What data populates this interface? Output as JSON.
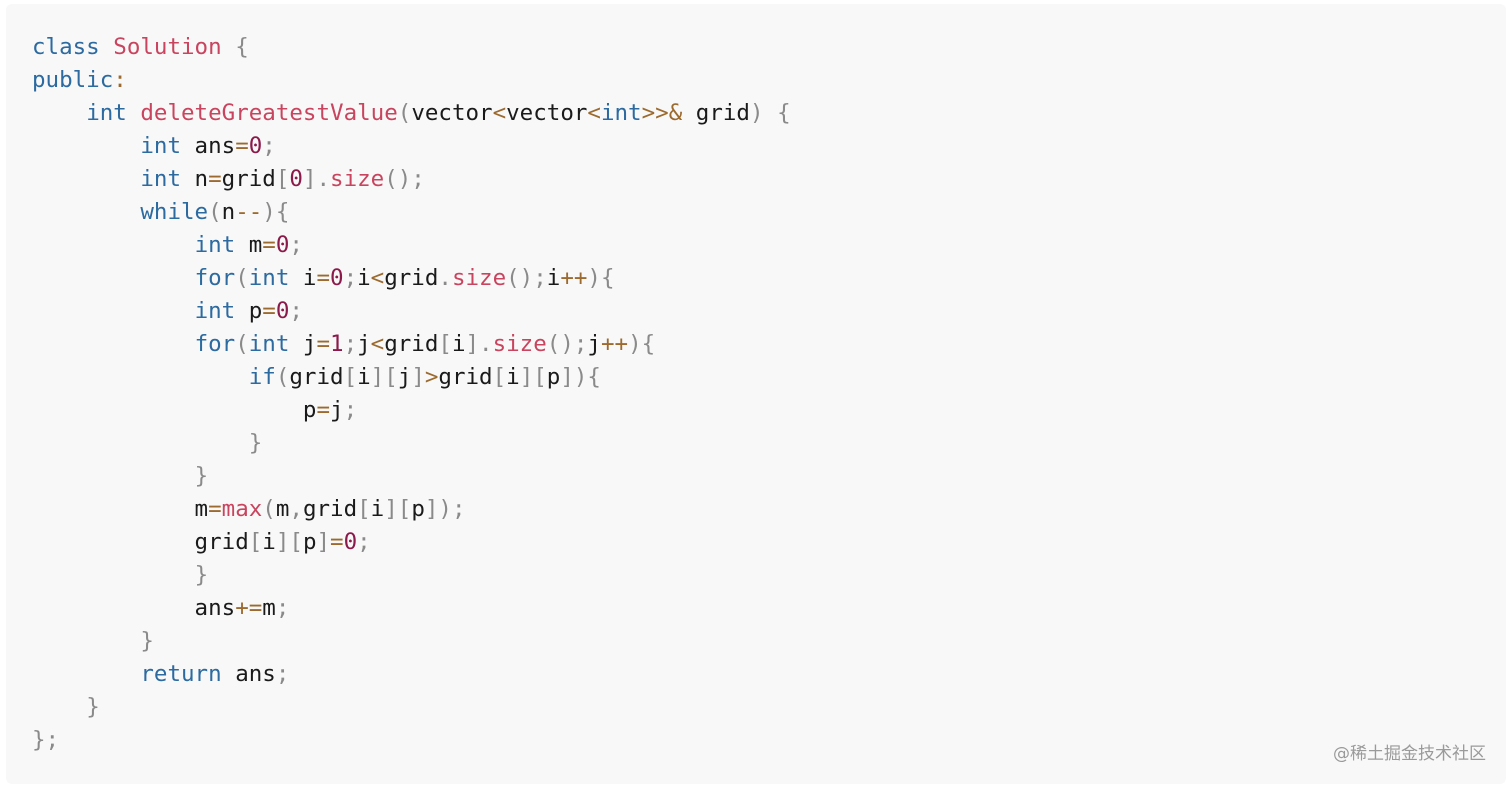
{
  "colors": {
    "panel_background": "#f8f8f8",
    "keyword": "#2c6aa0",
    "class_name": "#c9445e",
    "function": "#c9445e",
    "number": "#8b1a4a",
    "operator": "#9c6a2e",
    "punctuation": "#8a8a8a",
    "text": "#1a1a1a",
    "watermark": "#9a9a9a"
  },
  "watermark": "@稀土掘金技术社区",
  "code_lines": [
    [
      [
        "kw",
        "class"
      ],
      [
        "txt",
        " "
      ],
      [
        "cls",
        "Solution"
      ],
      [
        "txt",
        " "
      ],
      [
        "punc",
        "{"
      ]
    ],
    [
      [
        "kw",
        "public"
      ],
      [
        "op",
        ":"
      ]
    ],
    [
      [
        "txt",
        "    "
      ],
      [
        "kw",
        "int"
      ],
      [
        "txt",
        " "
      ],
      [
        "fn",
        "deleteGreatestValue"
      ],
      [
        "punc",
        "("
      ],
      [
        "txt",
        "vector"
      ],
      [
        "op",
        "<"
      ],
      [
        "txt",
        "vector"
      ],
      [
        "op",
        "<"
      ],
      [
        "kw",
        "int"
      ],
      [
        "op",
        ">>&"
      ],
      [
        "txt",
        " grid"
      ],
      [
        "punc",
        ")"
      ],
      [
        "txt",
        " "
      ],
      [
        "punc",
        "{"
      ]
    ],
    [
      [
        "txt",
        "        "
      ],
      [
        "kw",
        "int"
      ],
      [
        "txt",
        " ans"
      ],
      [
        "op",
        "="
      ],
      [
        "num",
        "0"
      ],
      [
        "punc",
        ";"
      ]
    ],
    [
      [
        "txt",
        "        "
      ],
      [
        "kw",
        "int"
      ],
      [
        "txt",
        " n"
      ],
      [
        "op",
        "="
      ],
      [
        "txt",
        "grid"
      ],
      [
        "punc",
        "["
      ],
      [
        "num",
        "0"
      ],
      [
        "punc",
        "]."
      ],
      [
        "fn",
        "size"
      ],
      [
        "punc",
        "();"
      ]
    ],
    [
      [
        "txt",
        "        "
      ],
      [
        "kw",
        "while"
      ],
      [
        "punc",
        "("
      ],
      [
        "txt",
        "n"
      ],
      [
        "op",
        "--"
      ],
      [
        "punc",
        "){"
      ]
    ],
    [
      [
        "txt",
        "            "
      ],
      [
        "kw",
        "int"
      ],
      [
        "txt",
        " m"
      ],
      [
        "op",
        "="
      ],
      [
        "num",
        "0"
      ],
      [
        "punc",
        ";"
      ]
    ],
    [
      [
        "txt",
        "            "
      ],
      [
        "kw",
        "for"
      ],
      [
        "punc",
        "("
      ],
      [
        "kw",
        "int"
      ],
      [
        "txt",
        " i"
      ],
      [
        "op",
        "="
      ],
      [
        "num",
        "0"
      ],
      [
        "punc",
        ";"
      ],
      [
        "txt",
        "i"
      ],
      [
        "op",
        "<"
      ],
      [
        "txt",
        "grid"
      ],
      [
        "punc",
        "."
      ],
      [
        "fn",
        "size"
      ],
      [
        "punc",
        "();"
      ],
      [
        "txt",
        "i"
      ],
      [
        "op",
        "++"
      ],
      [
        "punc",
        "){"
      ]
    ],
    [
      [
        "txt",
        "            "
      ],
      [
        "kw",
        "int"
      ],
      [
        "txt",
        " p"
      ],
      [
        "op",
        "="
      ],
      [
        "num",
        "0"
      ],
      [
        "punc",
        ";"
      ]
    ],
    [
      [
        "txt",
        "            "
      ],
      [
        "kw",
        "for"
      ],
      [
        "punc",
        "("
      ],
      [
        "kw",
        "int"
      ],
      [
        "txt",
        " j"
      ],
      [
        "op",
        "="
      ],
      [
        "num",
        "1"
      ],
      [
        "punc",
        ";"
      ],
      [
        "txt",
        "j"
      ],
      [
        "op",
        "<"
      ],
      [
        "txt",
        "grid"
      ],
      [
        "punc",
        "["
      ],
      [
        "txt",
        "i"
      ],
      [
        "punc",
        "]."
      ],
      [
        "fn",
        "size"
      ],
      [
        "punc",
        "();"
      ],
      [
        "txt",
        "j"
      ],
      [
        "op",
        "++"
      ],
      [
        "punc",
        "){"
      ]
    ],
    [
      [
        "txt",
        "                "
      ],
      [
        "kw",
        "if"
      ],
      [
        "punc",
        "("
      ],
      [
        "txt",
        "grid"
      ],
      [
        "punc",
        "["
      ],
      [
        "txt",
        "i"
      ],
      [
        "punc",
        "]["
      ],
      [
        "txt",
        "j"
      ],
      [
        "punc",
        "]"
      ],
      [
        "op",
        ">"
      ],
      [
        "txt",
        "grid"
      ],
      [
        "punc",
        "["
      ],
      [
        "txt",
        "i"
      ],
      [
        "punc",
        "]["
      ],
      [
        "txt",
        "p"
      ],
      [
        "punc",
        "]){"
      ]
    ],
    [
      [
        "txt",
        "                    p"
      ],
      [
        "op",
        "="
      ],
      [
        "txt",
        "j"
      ],
      [
        "punc",
        ";"
      ]
    ],
    [
      [
        "txt",
        "                "
      ],
      [
        "punc",
        "}"
      ]
    ],
    [
      [
        "txt",
        "            "
      ],
      [
        "punc",
        "}"
      ]
    ],
    [
      [
        "txt",
        "            m"
      ],
      [
        "op",
        "="
      ],
      [
        "fn",
        "max"
      ],
      [
        "punc",
        "("
      ],
      [
        "txt",
        "m"
      ],
      [
        "punc",
        ","
      ],
      [
        "txt",
        "grid"
      ],
      [
        "punc",
        "["
      ],
      [
        "txt",
        "i"
      ],
      [
        "punc",
        "]["
      ],
      [
        "txt",
        "p"
      ],
      [
        "punc",
        "]);"
      ]
    ],
    [
      [
        "txt",
        "            grid"
      ],
      [
        "punc",
        "["
      ],
      [
        "txt",
        "i"
      ],
      [
        "punc",
        "]["
      ],
      [
        "txt",
        "p"
      ],
      [
        "punc",
        "]"
      ],
      [
        "op",
        "="
      ],
      [
        "num",
        "0"
      ],
      [
        "punc",
        ";"
      ]
    ],
    [
      [
        "txt",
        "            "
      ],
      [
        "punc",
        "}"
      ]
    ],
    [
      [
        "txt",
        "            ans"
      ],
      [
        "op",
        "+="
      ],
      [
        "txt",
        "m"
      ],
      [
        "punc",
        ";"
      ]
    ],
    [
      [
        "txt",
        "        "
      ],
      [
        "punc",
        "}"
      ]
    ],
    [
      [
        "txt",
        "        "
      ],
      [
        "kw",
        "return"
      ],
      [
        "txt",
        " ans"
      ],
      [
        "punc",
        ";"
      ]
    ],
    [
      [
        "txt",
        "    "
      ],
      [
        "punc",
        "}"
      ]
    ],
    [
      [
        "punc",
        "};"
      ]
    ]
  ]
}
